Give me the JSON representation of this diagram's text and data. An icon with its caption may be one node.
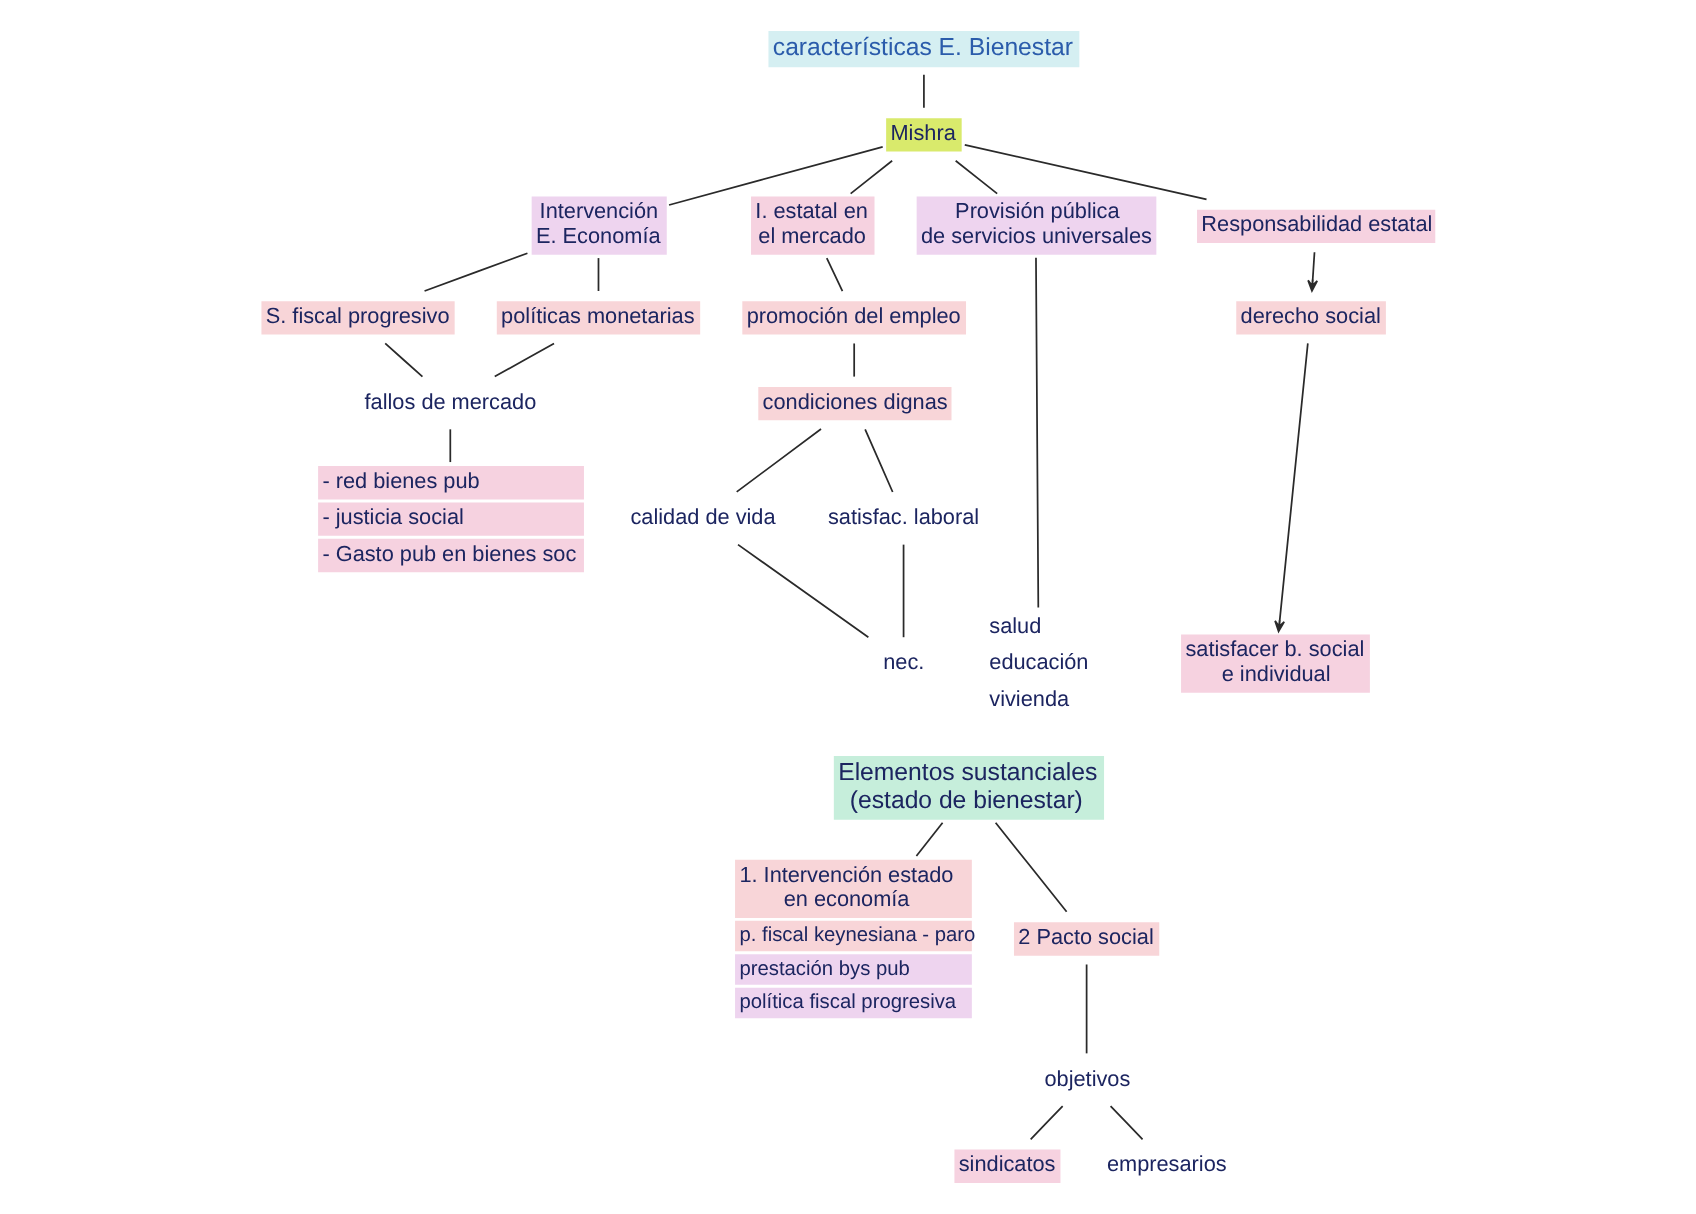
{
  "diagram": {
    "nodes": [
      {
        "text": [
          "características E. Bienestar"
        ]
      },
      {
        "text": [
          "Mishra"
        ]
      },
      {
        "text": [
          "Intervención E. Economía"
        ]
      },
      {
        "text": [
          "S. fiscal progresivo"
        ]
      },
      {
        "text": [
          "políticas monetarias"
        ]
      },
      {
        "text": [
          "fallos de mercado"
        ]
      },
      {
        "text": [
          "- red bienes pub",
          "- justicia social",
          "- Gasto pub en bienes soc"
        ]
      },
      {
        "text": [
          "I. estatal en el mercado"
        ]
      },
      {
        "text": [
          "promoción del empleo"
        ]
      },
      {
        "text": [
          "condiciones dignas"
        ]
      },
      {
        "text": [
          "calidad de vida"
        ]
      },
      {
        "text": [
          "satisfac. laboral"
        ]
      },
      {
        "text": [
          "nec."
        ]
      },
      {
        "text": [
          "Provisión pública de servicios universales"
        ]
      },
      {
        "text": [
          "salud",
          "educación",
          "vivienda"
        ]
      },
      {
        "text": [
          "Responsabilidad estatal"
        ]
      },
      {
        "text": [
          "derecho social"
        ]
      },
      {
        "text": [
          "satisfacer b. social e individual"
        ]
      },
      {
        "text": [
          "Elementos sustanciales (estado de bienestar)"
        ]
      },
      {
        "text": [
          "1. Intervención estado en economía",
          "p. fiscal keynesiana - paro",
          "prestación bys pub",
          "política fiscal progresiva"
        ]
      },
      {
        "text": [
          "2 Pacto social"
        ]
      },
      {
        "text": [
          "objetivos"
        ]
      },
      {
        "text": [
          "sindicatos"
        ]
      },
      {
        "text": [
          "empresarios"
        ]
      }
    ],
    "edges": [
      {
        "from": 0,
        "to": 1,
        "arrow": "none"
      },
      {
        "from": 1,
        "to": 2,
        "arrow": "none"
      },
      {
        "from": 1,
        "to": 7,
        "arrow": "none"
      },
      {
        "from": 1,
        "to": 13,
        "arrow": "none"
      },
      {
        "from": 1,
        "to": 15,
        "arrow": "none"
      },
      {
        "from": 2,
        "to": 3,
        "arrow": "none"
      },
      {
        "from": 2,
        "to": 4,
        "arrow": "none"
      },
      {
        "from": 3,
        "to": 5,
        "arrow": "none"
      },
      {
        "from": 4,
        "to": 5,
        "arrow": "none"
      },
      {
        "from": 5,
        "to": 6,
        "arrow": "none"
      },
      {
        "from": 7,
        "to": 8,
        "arrow": "none"
      },
      {
        "from": 8,
        "to": 9,
        "arrow": "none"
      },
      {
        "from": 9,
        "to": 10,
        "arrow": "none"
      },
      {
        "from": 9,
        "to": 11,
        "arrow": "none"
      },
      {
        "from": 10,
        "to": 12,
        "arrow": "none"
      },
      {
        "from": 11,
        "to": 12,
        "arrow": "none"
      },
      {
        "from": 13,
        "to": 14,
        "arrow": "none"
      },
      {
        "from": 15,
        "to": 16,
        "arrow": "to"
      },
      {
        "from": 16,
        "to": 17,
        "arrow": "to"
      },
      {
        "from": 18,
        "to": 19,
        "arrow": "none"
      },
      {
        "from": 18,
        "to": 20,
        "arrow": "none"
      },
      {
        "from": 20,
        "to": 21,
        "arrow": "none"
      },
      {
        "from": 21,
        "to": 22,
        "arrow": "none"
      },
      {
        "from": 21,
        "to": 23,
        "arrow": "none"
      }
    ]
  }
}
